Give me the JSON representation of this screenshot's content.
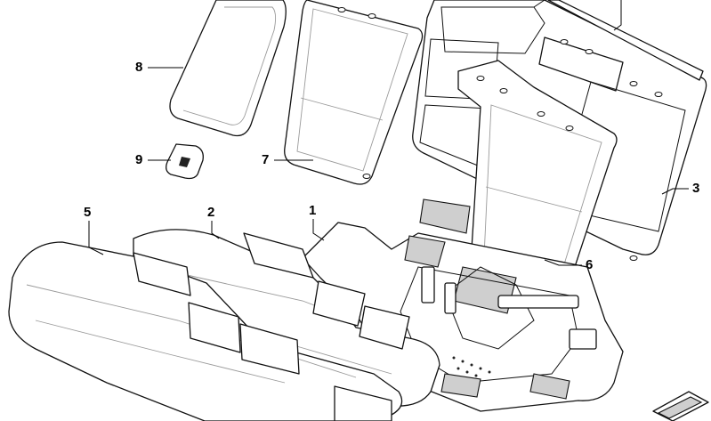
{
  "diagram": {
    "callouts": [
      {
        "id": "c1",
        "label": "1"
      },
      {
        "id": "c2",
        "label": "2"
      },
      {
        "id": "c3",
        "label": "3"
      },
      {
        "id": "c5",
        "label": "5"
      },
      {
        "id": "c6",
        "label": "6"
      },
      {
        "id": "c7",
        "label": "7"
      },
      {
        "id": "c8",
        "label": "8"
      },
      {
        "id": "c9",
        "label": "9"
      }
    ]
  }
}
